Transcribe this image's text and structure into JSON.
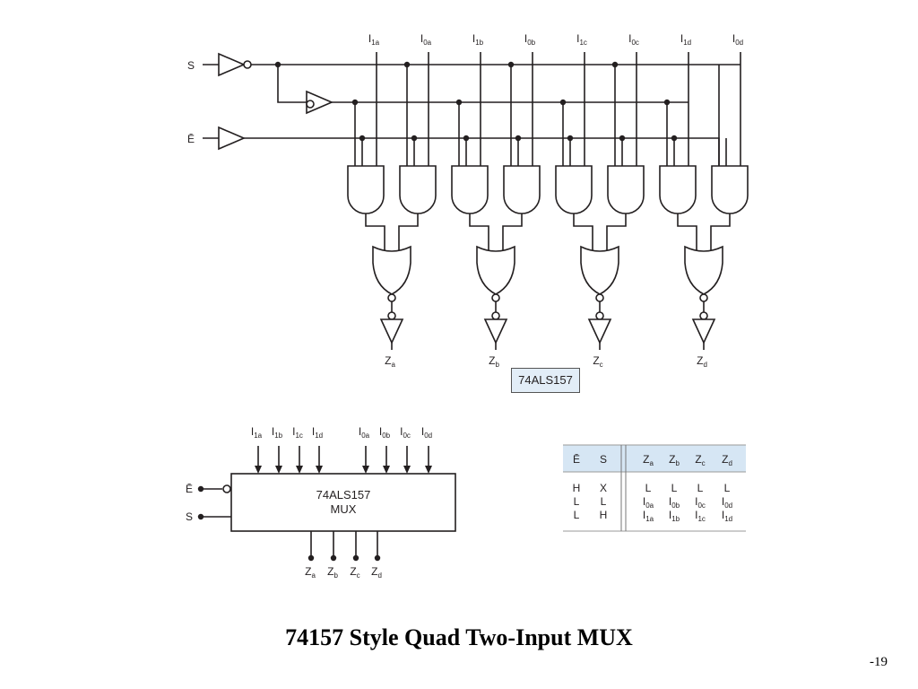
{
  "diagram": {
    "select_label": "S",
    "enable_label": "Ē",
    "input_labels": [
      {
        "main": "I",
        "sub": "1a"
      },
      {
        "main": "I",
        "sub": "0a"
      },
      {
        "main": "I",
        "sub": "1b"
      },
      {
        "main": "I",
        "sub": "0b"
      },
      {
        "main": "I",
        "sub": "1c"
      },
      {
        "main": "I",
        "sub": "0c"
      },
      {
        "main": "I",
        "sub": "1d"
      },
      {
        "main": "I",
        "sub": "0d"
      }
    ],
    "output_labels": [
      {
        "main": "Z",
        "sub": "a"
      },
      {
        "main": "Z",
        "sub": "b"
      },
      {
        "main": "Z",
        "sub": "c"
      },
      {
        "main": "Z",
        "sub": "d"
      }
    ],
    "chip_name": "74ALS157"
  },
  "block_symbol": {
    "title": "74ALS157",
    "subtitle": "MUX",
    "input_labels": [
      {
        "main": "I",
        "sub": "1a"
      },
      {
        "main": "I",
        "sub": "1b"
      },
      {
        "main": "I",
        "sub": "1c"
      },
      {
        "main": "I",
        "sub": "1d"
      },
      {
        "main": "I",
        "sub": "0a"
      },
      {
        "main": "I",
        "sub": "0b"
      },
      {
        "main": "I",
        "sub": "0c"
      },
      {
        "main": "I",
        "sub": "0d"
      }
    ],
    "enable_label": "Ē",
    "select_label": "S",
    "output_labels": [
      {
        "main": "Z",
        "sub": "a"
      },
      {
        "main": "Z",
        "sub": "b"
      },
      {
        "main": "Z",
        "sub": "c"
      },
      {
        "main": "Z",
        "sub": "d"
      }
    ]
  },
  "truth_table": {
    "header_fill": "#d6e6f4",
    "columns": [
      {
        "main": "Ē",
        "sub": ""
      },
      {
        "main": "S",
        "sub": ""
      },
      {
        "main": "Z",
        "sub": "a"
      },
      {
        "main": "Z",
        "sub": "b"
      },
      {
        "main": "Z",
        "sub": "c"
      },
      {
        "main": "Z",
        "sub": "d"
      }
    ],
    "rows": [
      [
        {
          "main": "H",
          "sub": ""
        },
        {
          "main": "X",
          "sub": ""
        },
        {
          "main": "L",
          "sub": ""
        },
        {
          "main": "L",
          "sub": ""
        },
        {
          "main": "L",
          "sub": ""
        },
        {
          "main": "L",
          "sub": ""
        }
      ],
      [
        {
          "main": "L",
          "sub": ""
        },
        {
          "main": "L",
          "sub": ""
        },
        {
          "main": "I",
          "sub": "0a"
        },
        {
          "main": "I",
          "sub": "0b"
        },
        {
          "main": "I",
          "sub": "0c"
        },
        {
          "main": "I",
          "sub": "0d"
        }
      ],
      [
        {
          "main": "L",
          "sub": ""
        },
        {
          "main": "H",
          "sub": ""
        },
        {
          "main": "I",
          "sub": "1a"
        },
        {
          "main": "I",
          "sub": "1b"
        },
        {
          "main": "I",
          "sub": "1c"
        },
        {
          "main": "I",
          "sub": "1d"
        }
      ]
    ]
  },
  "caption": "74157 Style Quad Two-Input MUX",
  "page_number": "-19"
}
